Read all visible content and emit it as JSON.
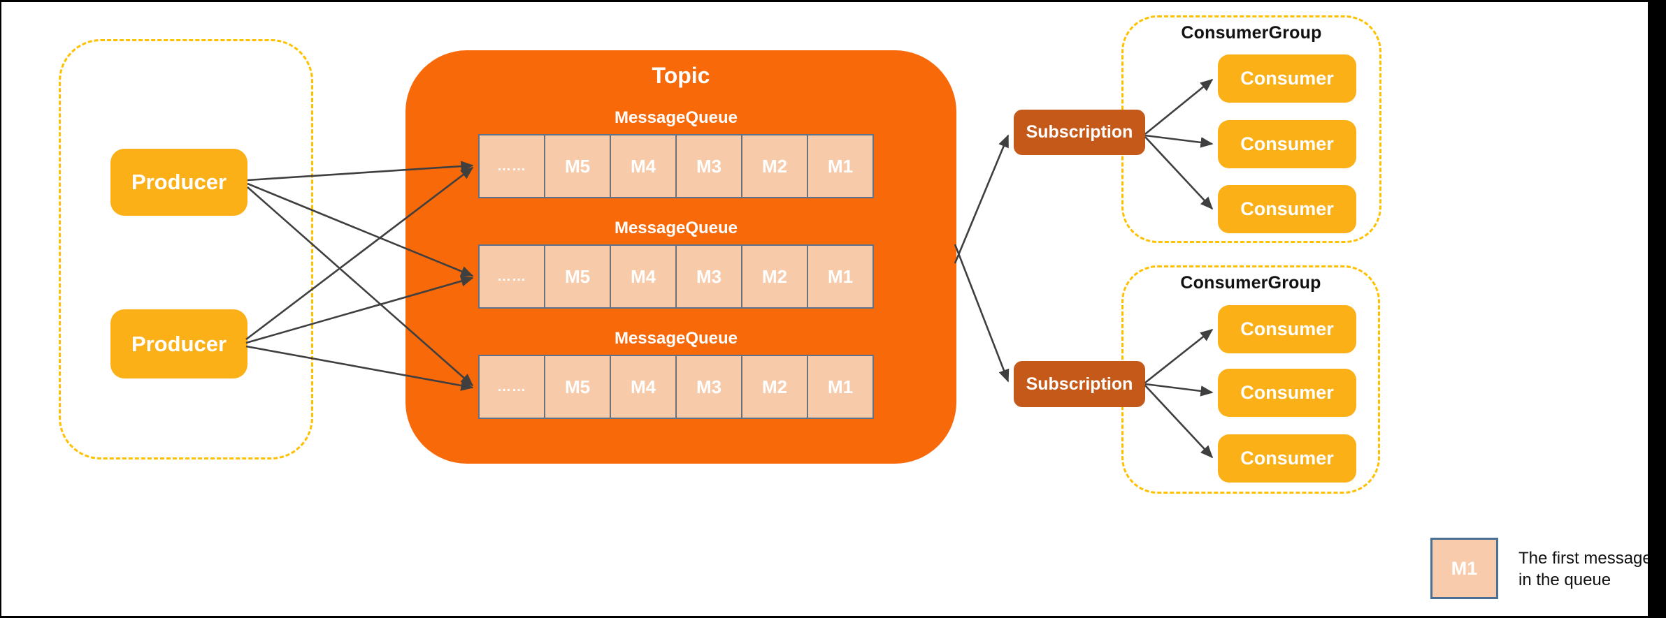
{
  "producers": {
    "items": [
      {
        "label": "Producer"
      },
      {
        "label": "Producer"
      }
    ]
  },
  "topic": {
    "title": "Topic",
    "queues": [
      {
        "label": "MessageQueue",
        "cells": [
          "……",
          "M5",
          "M4",
          "M3",
          "M2",
          "M1"
        ]
      },
      {
        "label": "MessageQueue",
        "cells": [
          "……",
          "M5",
          "M4",
          "M3",
          "M2",
          "M1"
        ]
      },
      {
        "label": "MessageQueue",
        "cells": [
          "……",
          "M5",
          "M4",
          "M3",
          "M2",
          "M1"
        ]
      }
    ]
  },
  "subscriptions": [
    {
      "label": "Subscription"
    },
    {
      "label": "Subscription"
    }
  ],
  "consumer_groups": [
    {
      "title": "ConsumerGroup",
      "consumers": [
        "Consumer",
        "Consumer",
        "Consumer"
      ]
    },
    {
      "title": "ConsumerGroup",
      "consumers": [
        "Consumer",
        "Consumer",
        "Consumer"
      ]
    }
  ],
  "legend": {
    "cell_label": "M1",
    "text_line1": "The first message",
    "text_line2": "in the queue"
  },
  "colors": {
    "node_yellow": "#FBB018",
    "dashed_border_yellow": "#FFC000",
    "topic_orange": "#F8690A",
    "subscription_brown": "#C4591A",
    "message_cell_peach": "#F7CBAA",
    "cell_border_slate": "#5E7389",
    "arrow_gray": "#3F3F3F"
  }
}
